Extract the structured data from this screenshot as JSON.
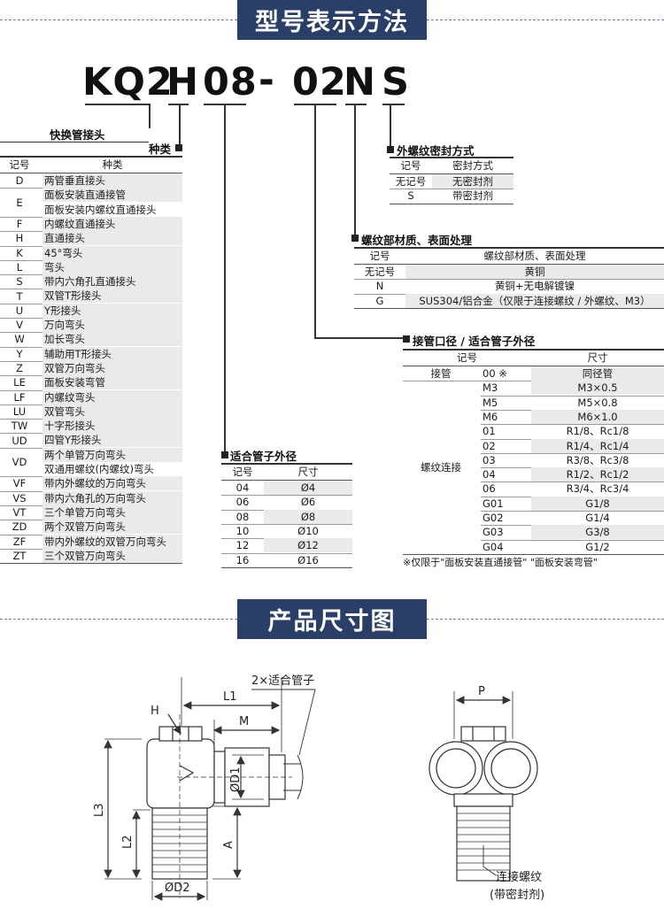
{
  "section1_title": "型号表示方法",
  "section2_title": "产品尺寸图",
  "model": {
    "p1": "KQ2",
    "p2": "H",
    "p3": "08",
    "p4": "-",
    "p5": "02",
    "p6": "N",
    "p7": "S"
  },
  "labels": {
    "quick_connector": "快换管接头",
    "type": "种类",
    "thread_seal": "外螺纹密封方式",
    "thread_material": "螺纹部材质、表面处理",
    "port_size": "接管口径 / 适合管子外径",
    "tube_od": "适合管子外径"
  },
  "type_table": {
    "headers": [
      "记号",
      "种类"
    ],
    "rows": [
      {
        "code": "D",
        "names": [
          "两管垂直接头"
        ]
      },
      {
        "code": "E",
        "names": [
          "面板安装直通接管",
          "面板安装内螺纹直通接头"
        ]
      },
      {
        "code": "F",
        "names": [
          "内螺纹直通接头"
        ]
      },
      {
        "code": "H",
        "names": [
          "直通接头"
        ]
      },
      {
        "code": "K",
        "names": [
          "45°弯头"
        ]
      },
      {
        "code": "L",
        "names": [
          "弯头"
        ]
      },
      {
        "code": "S",
        "names": [
          "带内六角孔直通接头"
        ]
      },
      {
        "code": "T",
        "names": [
          "双管T形接头"
        ]
      },
      {
        "code": "U",
        "names": [
          "Y形接头"
        ]
      },
      {
        "code": "V",
        "names": [
          "万向弯头"
        ]
      },
      {
        "code": "W",
        "names": [
          "加长弯头"
        ]
      },
      {
        "code": "Y",
        "names": [
          "辅助用T形接头"
        ]
      },
      {
        "code": "Z",
        "names": [
          "双管万向弯头"
        ]
      },
      {
        "code": "LE",
        "names": [
          "面板安装弯管"
        ]
      },
      {
        "code": "LF",
        "names": [
          "内螺纹弯头"
        ]
      },
      {
        "code": "LU",
        "names": [
          "双管弯头"
        ]
      },
      {
        "code": "TW",
        "names": [
          "十字形接头"
        ]
      },
      {
        "code": "UD",
        "names": [
          "四管Y形接头"
        ]
      },
      {
        "code": "VD",
        "names": [
          "两个单管万向弯头",
          "双通用螺纹(内螺纹)弯头"
        ]
      },
      {
        "code": "VF",
        "names": [
          "带内外螺纹的万向弯头"
        ]
      },
      {
        "code": "VS",
        "names": [
          "带内六角孔的万向弯头"
        ]
      },
      {
        "code": "VT",
        "names": [
          "三个单管万向弯头"
        ]
      },
      {
        "code": "ZD",
        "names": [
          "两个双管万向弯头"
        ]
      },
      {
        "code": "ZF",
        "names": [
          "带内外螺纹的双管万向弯头"
        ]
      },
      {
        "code": "ZT",
        "names": [
          "三个双管万向弯头"
        ]
      }
    ]
  },
  "tube_table": {
    "headers": [
      "记号",
      "尺寸"
    ],
    "rows": [
      [
        "04",
        "Ø4"
      ],
      [
        "06",
        "Ø6"
      ],
      [
        "08",
        "Ø8"
      ],
      [
        "10",
        "Ø10"
      ],
      [
        "12",
        "Ø12"
      ],
      [
        "16",
        "Ø16"
      ]
    ]
  },
  "seal_table": {
    "headers": [
      "记号",
      "密封方式"
    ],
    "rows": [
      [
        "无记号",
        "无密封剂"
      ],
      [
        "S",
        "带密封剂"
      ]
    ]
  },
  "material_table": {
    "headers": [
      "记号",
      "螺纹部材质、表面处理"
    ],
    "rows": [
      [
        "无记号",
        "黄铜"
      ],
      [
        "N",
        "黄铜+无电解镀镍"
      ],
      [
        "G",
        "SUS304/铝合金（仅限于连接螺纹 / 外螺纹、M3）"
      ]
    ]
  },
  "port_table": {
    "headers": [
      "记号",
      "尺寸"
    ],
    "row0": [
      "接管",
      "00 ※",
      "同径管"
    ],
    "group_label": "螺纹连接",
    "rows": [
      [
        "M3",
        "M3×0.5"
      ],
      [
        "M5",
        "M5×0.8"
      ],
      [
        "M6",
        "M6×1.0"
      ],
      [
        "01",
        "R1/8、Rc1/8"
      ],
      [
        "02",
        "R1/4、Rc1/4"
      ],
      [
        "03",
        "R3/8、Rc3/8"
      ],
      [
        "04",
        "R1/2、Rc1/2"
      ],
      [
        "06",
        "R3/4、Rc3/4"
      ],
      [
        "G01",
        "G1/8"
      ],
      [
        "G02",
        "G1/4"
      ],
      [
        "G03",
        "G3/8"
      ],
      [
        "G04",
        "G1/2"
      ]
    ],
    "note": "※仅限于\"面板安装直通接管\" \"面板安装弯管\""
  },
  "diagram": {
    "tube_label": "2×适合管子",
    "L1": "L1",
    "M": "M",
    "H": "H",
    "L3": "L3",
    "L2": "L2",
    "A": "A",
    "D1": "ØD1",
    "D2": "ØD2",
    "P": "P",
    "thread_label": "连接螺纹",
    "thread_note": "(带密封剂)"
  }
}
